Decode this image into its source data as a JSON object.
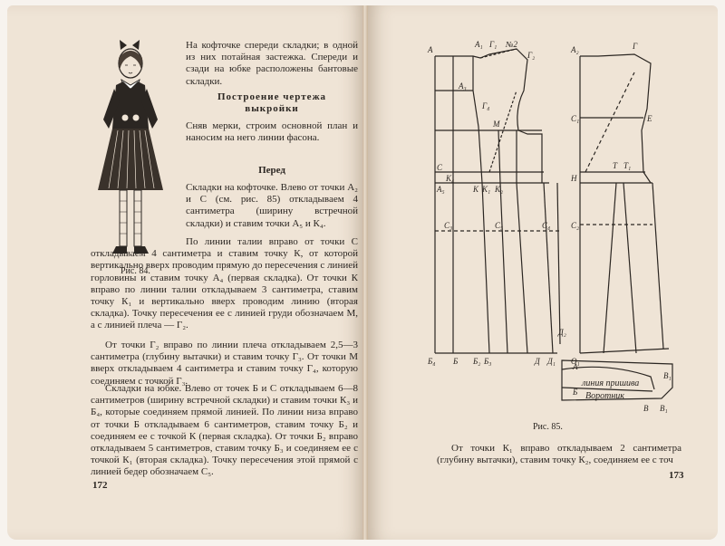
{
  "left_page": {
    "intro_paragraph": "На кофточке спереди складки; в одной из них потайная застежка. Спереди и сзади на юбке расположены бантовые складки.",
    "heading_line1": "Построение чертежа",
    "heading_line2": "выкройки",
    "measure_paragraph": "Сняв мерки, строим основной план и наносим на него линии фасона.",
    "subheading": "Перед",
    "figure_caption": "Рис. 84.",
    "para_1": "Складки на кофточке. Влево от точки А₂ и С (см. рис. 85) откладываем 4 сантиметра (ширину встречной складки) и ставим точки А₅ и К₄.",
    "para_2": "По линии талии вправо от точки С откладываем 4 сантиметра и ставим точку К, от которой вертикально вверх проводим прямую до пересечения с линией горловины и ставим точку А₄ (первая складка). От точки К вправо по линии талии откладываем 3 сантиметра, ставим точку К₁ и вертикально вверх проводим линию (вторая складка). Точку пересечения ее с линией груди обозначаем М, а с линией плеча — Г₂.",
    "para_3": "От точки Г₂ вправо по линии плеча откладываем 2,5—3 сантиметра (глубину вытачки) и ставим точку Г₃. От точки М вверх откладываем 4 сантиметра и ставим точку Г₄, которую соединяем с точкой Г₃.",
    "para_4": "Складки на юбке. Влево от точек Б и С откладываем 6—8 сантиметров (ширину встречной складки) и ставим точки К₃ и Б₄, которые соединяем прямой линией. По линии низа вправо от точки Б откладываем 6 сантиметров, ставим точку Б₂ и соединяем ее с точкой К (первая складка). От точки Б₂ вправо откладываем 5 сантиметров, ставим точку Б₃ и соединяем ее с точкой К₁ (вторая складка). Точку пересечения этой прямой с линией бедер обозначаем С₅.",
    "page_number": "172"
  },
  "right_page": {
    "figure_caption": "Рис. 85.",
    "bottom_paragraph": "От точки К₁ вправо откладываем 2 сантиметра (глубину вытачки), ставим точку К₂, соединяем ее с точ",
    "page_number": "173",
    "diagram_labels": {
      "A": "А",
      "A1": "А₁",
      "G1": "Г₁",
      "n2": "№2",
      "A2": "А₂",
      "G": "Г",
      "A3": "А₃",
      "G4": "Г₄",
      "M": "М",
      "C": "С",
      "K": "К",
      "K1": "К₁",
      "K2": "К₂",
      "K4": "К₄",
      "A5": "А₅",
      "C3": "С₃",
      "C4": "С₄",
      "C5": "С₅",
      "B": "Б",
      "B2": "Б₂",
      "B3": "Б₃",
      "B4": "Б₄",
      "D": "Д",
      "D1": "Д₁",
      "D2": "Д₂",
      "G2": "Г₂",
      "E": "Е",
      "C1": "С₁",
      "C2": "С₂",
      "H": "Н",
      "T": "Т",
      "T1": "Т₁",
      "O1": "О₁",
      "collar_line": "линия пришива",
      "collar": "Воротник",
      "B1": "В₁",
      "V": "В",
      "V1": "В₁",
      "A_small": "А",
      "B_small": "Б"
    }
  }
}
